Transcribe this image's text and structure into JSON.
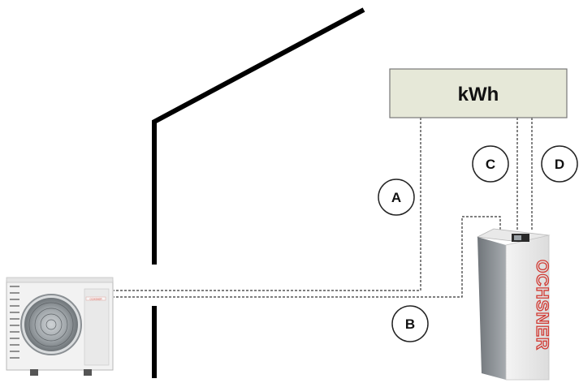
{
  "meter": {
    "label": "kWh",
    "fill_color": "#e6e8d8"
  },
  "markers": [
    {
      "id": "A",
      "label": "A"
    },
    {
      "id": "B",
      "label": "B"
    },
    {
      "id": "C",
      "label": "C"
    },
    {
      "id": "D",
      "label": "D"
    }
  ],
  "outdoor_unit": {
    "brand": "OCHSNER"
  },
  "indoor_unit": {
    "brand": "OCHSNER",
    "brand_color": "#d23a33"
  },
  "colors": {
    "wall": "#000000",
    "wiring": "#333333"
  }
}
